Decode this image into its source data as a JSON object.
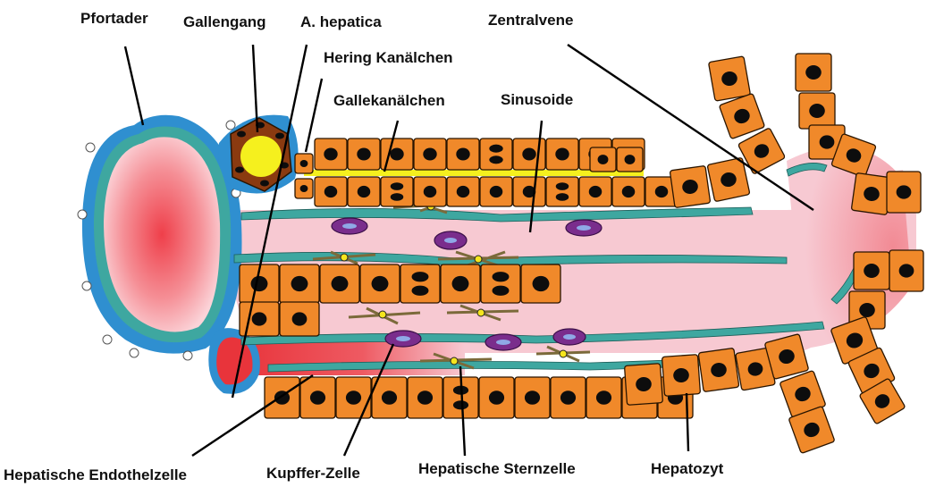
{
  "labels": {
    "portal_vein": "Pfortader",
    "bile_duct": "Gallengang",
    "hepatic_artery": "A. hepatica",
    "hering_canal": "Hering Kanälchen",
    "bile_canaliculi": "Gallekanälchen",
    "sinusoids": "Sinusoide",
    "central_vein": "Zentralvene",
    "endothelial_cell": "Hepatische Endothelzelle",
    "kupffer_cell": "Kupffer-Zelle",
    "stellate_cell": "Hepatische Sternzelle",
    "hepatocyte": "Hepatozyt"
  },
  "colors": {
    "hepatocyte": "#f0892a",
    "hepatocyte_border": "#2a1500",
    "nucleus": "#0d0d0d",
    "sinusoid": "#f7c9d2",
    "portal_vein_core": "#ef4d55",
    "artery": "#e8343b",
    "bile_duct_lumen": "#f5f01e",
    "bile_duct_cells": "#8a3a10",
    "endothelium": "#3ea7a0",
    "portal_tract_border": "#2f8fd0",
    "kupffer": "#7a2d8c",
    "stellate": "#7b6a3a"
  }
}
